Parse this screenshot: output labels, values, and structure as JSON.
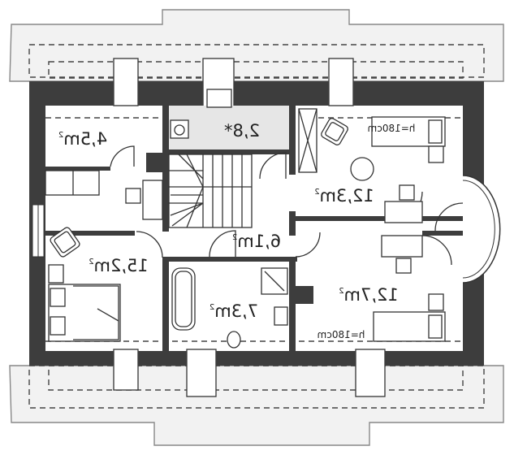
{
  "rooms": [
    {
      "id": "room-a",
      "area": "4,5m",
      "sup": "2"
    },
    {
      "id": "room-b",
      "area": "2,8*",
      "sup": ""
    },
    {
      "id": "room-c",
      "area": "12,3m",
      "sup": "2"
    },
    {
      "id": "room-d",
      "area": "15,2m",
      "sup": "2"
    },
    {
      "id": "room-e",
      "area": "6,1m",
      "sup": "2"
    },
    {
      "id": "room-f",
      "area": "7,3m",
      "sup": "2"
    },
    {
      "id": "room-g",
      "area": "12,7m",
      "sup": "2"
    }
  ],
  "height_notes": [
    "h=180cm",
    "h=180cm"
  ],
  "colors": {
    "wall": "#3d3d3d",
    "roof": "#f2f2f2",
    "line": "#333333"
  }
}
